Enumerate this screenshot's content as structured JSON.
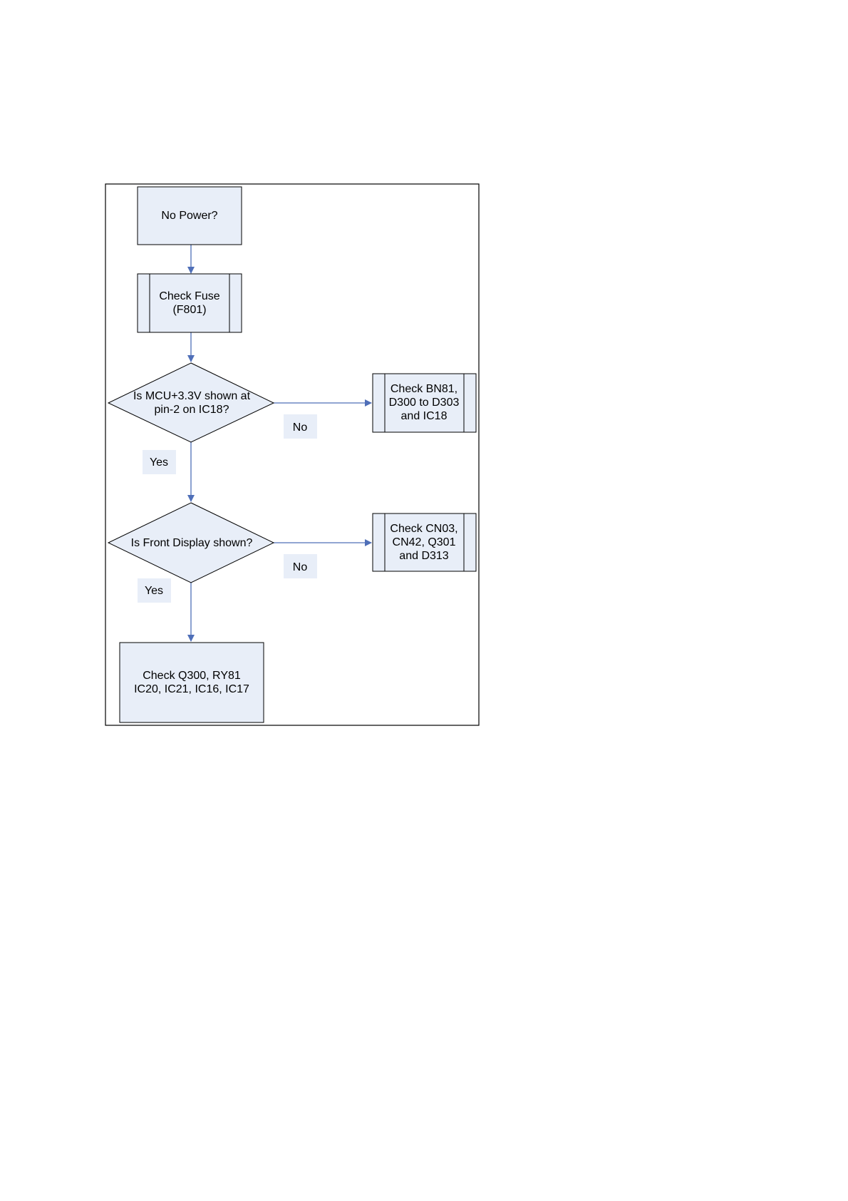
{
  "flowchart": {
    "start": {
      "label": "No Power?"
    },
    "check_fuse": {
      "lines": [
        "Check Fuse",
        "(F801)"
      ]
    },
    "decision_mcu": {
      "lines": [
        "Is MCU+3.3V shown at",
        "pin-2 on IC18?"
      ]
    },
    "check_bn81": {
      "lines": [
        "Check BN81,",
        "D300 to D303",
        "and IC18"
      ]
    },
    "decision_display": {
      "label": "Is Front Display shown?"
    },
    "check_cn03": {
      "lines": [
        "Check CN03,",
        "CN42, Q301",
        "and D313"
      ]
    },
    "check_q300": {
      "lines": [
        "Check Q300, RY81",
        "IC20, IC21, IC16, IC17"
      ]
    },
    "edge_labels": {
      "mcu_no": "No",
      "mcu_yes": "Yes",
      "display_no": "No",
      "display_yes": "Yes"
    }
  },
  "colors": {
    "node_fill": "#e8eef8",
    "connector": "#4f6fb8",
    "border": "#000000"
  }
}
